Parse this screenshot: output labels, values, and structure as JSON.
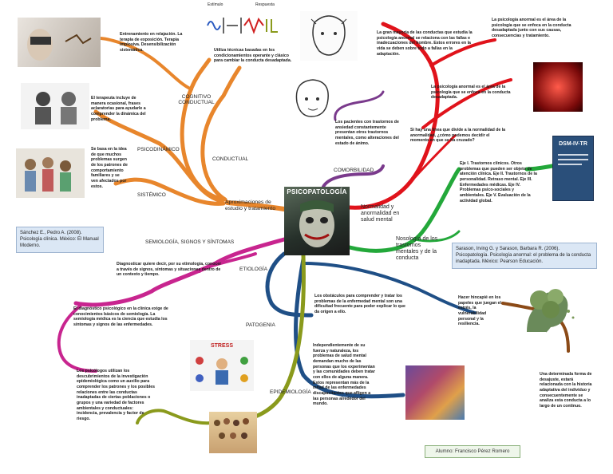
{
  "center": {
    "title": "PSICOPATOLOGÍA"
  },
  "branches": {
    "aproximaciones": "Aproximaciones de estudio y tratamiento",
    "normalidad": "Normalidad y anormalidad en salud mental",
    "nosologia": "Nosología de los trastornos mentales y de la conducta",
    "semiologia": "SEMIOLOGÍA, SIGNOS Y SÍNTOMAS",
    "etiologia": "ETIOLOGÍA",
    "patogenia": "PATOGENIA",
    "epidemiologia": "EPIDEMIOLOGÍA",
    "comorbilidad": "COMORBILIDAD",
    "cognitivo": "COGNITIVO CONDUCTUAL",
    "psicodinamico": "PSICODINÁMICO",
    "conductual": "CONDUCTUAL",
    "sistemico": "SISTÉMICO"
  },
  "diagram_labels": {
    "estimulo": "Estímulo",
    "respuesta": "Respuesta"
  },
  "texts": {
    "cognitivo": "Entrenamiento en relajación. La terapia de exposición. Terapia implosiva. Desensibilización sistemática.",
    "conductual": "Utiliza técnicas basadas en los condicionamientos operante y clásico para cambiar la conducta desadaptada.",
    "psicodinamico": "El terapeuta incluye de manera ocasional, frases aclaratorias para ayudarle a comprender la dinámica del problema.",
    "sistemico": "Se basa en la idea de que muchos problemas surgen de los patrones de comportamiento familiares y se ven afectados por estos.",
    "comorbilidad": "Los pacientes con trastornos de ansiedad constantemente presentan otros trastornos mentales, como alteraciones del estado de ánimo.",
    "normalidad_1": "La gran mayoría de las conductas que estudia la psicología anormal se relaciona con las fallas e inadecuaciones del hombre. Estos errores en la vida se deben sobre todo a fallas en la adaptación.",
    "normalidad_2": "La psicología anormal es el área de la psicología que se enfoca en la conducta desadaptada junto con sus causas, consecuencias y tratamiento.",
    "normalidad_3": "La psicología anormal es el área de la psicología que se enfoca en la conducta desadaptada.",
    "normalidad_4": "Si hay una línea que divide a la normalidad de la anormalidad, ¿cómo podemos decidir el momento en que se ha cruzado?",
    "nosologia": "Eje I. Trastornos clínicos. Otros problemas que pueden ser objeto de atención clínica. Eje II. Trastornos de la personalidad. Retraso mental. Eje III. Enfermedades médicas. Eje IV. Problemas psico-sociales y ambientales. Eje V. Evaluación de la actividad global.",
    "semiologia_1": "Diagnosticar quiere decir, por su etimología, conocer a través de signos, síntomas y situaciones dentro de un contexto y tiempo.",
    "semiologia_2": "El diagnóstico psicológico en la clínica exige de conocimientos básicos de semiología. La semiología médica es la ciencia que estudia los síntomas y signos de las enfermedades.",
    "etiologia_1": "Los obstáculos para comprender y tratar los problemas de la enfermedad mental son una dificultad frecuente para poder explicar lo que da origen a ello.",
    "etiologia_2": "Hacer hincapié en los papeles que juegan el estrés, la vulnerabilidad personal y la resiliencia.",
    "etiologia_3": "Una determinada forma de desajuste, estará relacionada con la historia adaptativa del individuo y consecuentemente se analiza esta conducta a lo largo de un continuo.",
    "patogenia": "Independientemente de su fuerza y naturaleza, los problemas de salud mental demandan mucho de las personas que los experimentan y las comunidades deben tratar con ellos de alguna manera. Estos representan más de la mitad de las enfermedades discapacitantes que afligen a las personas alrededor del mundo.",
    "epidemiologia": "Los psicólogos utilizan los descubrimientos de la investigación epidemiológica como un auxilio para comprender los patrones y los posibles relaciones entre las conductas inadaptadas de ciertas poblaciones o grupos y una variedad de factores ambientales y conductuales: incidencia, prevalencia y factor de riesgo."
  },
  "references": {
    "ref1": "Sánchez E., Pedro A. (2008). Psicología clínica. México: El Manual Moderno.",
    "ref2": "Sarason, Irving G. y Sarason, Barbara R. (2006). Psicopatología. Psicología anormal: el problema de la conducta inadaptada. México: Pearson Educación."
  },
  "book": {
    "title": "DSM-IV-TR"
  },
  "stress": {
    "label": "STRESS"
  },
  "student": "Alumno: Francisco Pérez Romero",
  "colors": {
    "orange": "#e8862c",
    "red": "#e0131b",
    "purple": "#7a3a8c",
    "green": "#23a83a",
    "magenta": "#c8258f",
    "blue": "#1f4f86",
    "olive": "#8a9a1c",
    "brown": "#8b4a17"
  }
}
